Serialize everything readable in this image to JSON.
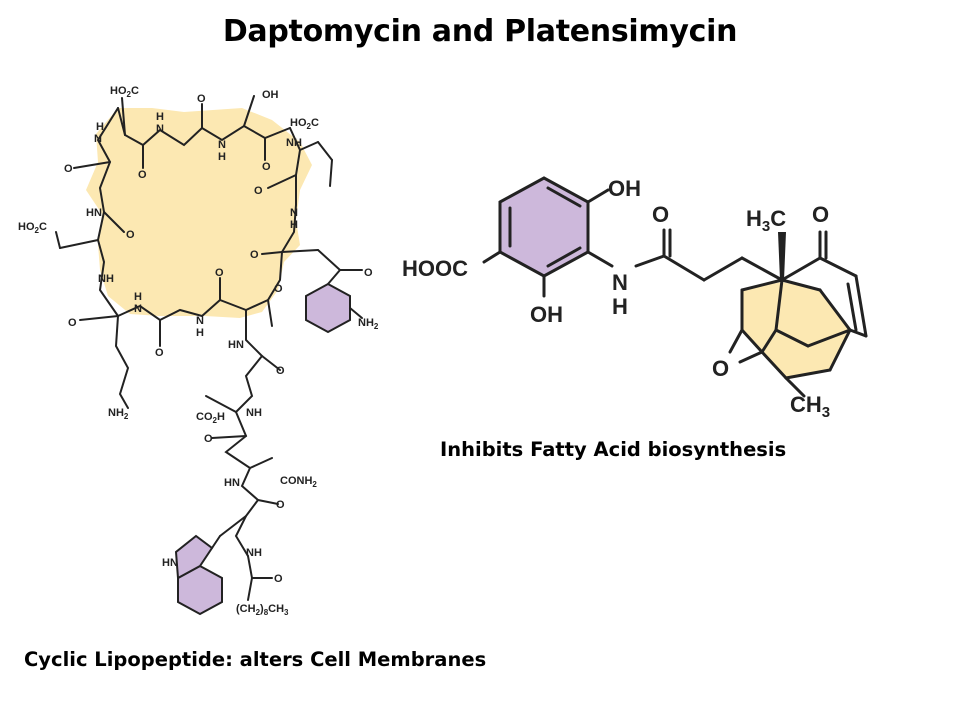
{
  "title": "Daptomycin and Platensimycin",
  "captions": {
    "platensimycin": "Inhibits Fatty Acid biosynthesis",
    "daptomycin": "Cyclic Lipopeptide: alters Cell Membranes"
  },
  "colors": {
    "ring_fill": "#FCE8B2",
    "aromatic_fill": "#CDB8DB",
    "bond": "#222222"
  },
  "daptomycin_labels": {
    "ho2c_1": "HO",
    "ho2c_1_sub": "2",
    "ho2c_1_end": "C",
    "oh": "OH",
    "ho2c_2": "HO",
    "ho2c_2_sub": "2",
    "ho2c_2_end": "C",
    "ho2c_3": "HO",
    "ho2c_3_sub": "2",
    "ho2c_3_end": "C",
    "nh2_aniline": "NH",
    "nh2_aniline_sub": "2",
    "nh2_lys": "NH",
    "nh2_lys_sub": "2",
    "co2h": "CO",
    "co2h_sub": "2",
    "co2h_end": "H",
    "conh2": "CONH",
    "conh2_sub": "2",
    "lipid": "(CH",
    "lipid_sub1": "2",
    "lipid_mid": ")",
    "lipid_sub2": "8",
    "lipid_end": "CH",
    "lipid_sub3": "3",
    "N": "N",
    "H": "H",
    "NH": "NH",
    "HN": "HN",
    "O": "O"
  },
  "platensimycin_labels": {
    "oh_top": "OH",
    "oh_bottom": "OH",
    "hooc": "HOOC",
    "n": "N",
    "h": "H",
    "o_amide": "O",
    "o_ketone": "O",
    "h3c": "H",
    "h3c_sub": "3",
    "h3c_end": "C",
    "ch3": "CH",
    "ch3_sub": "3",
    "o_ether": "O"
  }
}
